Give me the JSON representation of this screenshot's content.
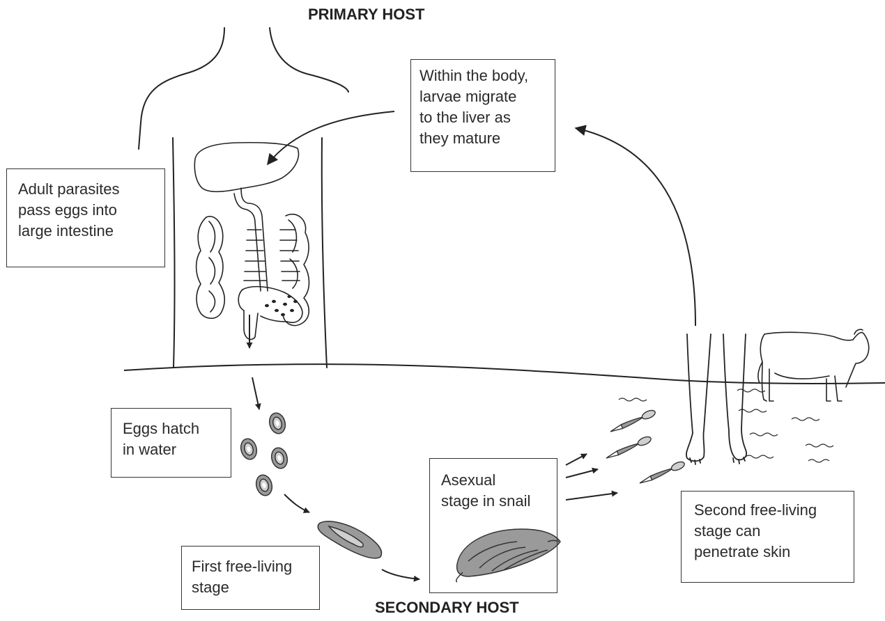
{
  "headings": {
    "primary": "PRIMARY HOST",
    "secondary": "SECONDARY HOST"
  },
  "labels": {
    "adult": [
      "Adult parasites",
      "pass eggs into",
      "large intestine"
    ],
    "within": [
      "Within the body,",
      "larvae migrate",
      "to the liver as",
      "they mature"
    ],
    "eggs": [
      "Eggs hatch",
      "in water"
    ],
    "first": [
      "First free-living",
      "stage"
    ],
    "asexual": [
      "Asexual",
      "stage in snail"
    ],
    "second": [
      "Second free-living",
      "stage can",
      "penetrate skin"
    ]
  },
  "colors": {
    "ink": "#222222",
    "fill_light": "#cfcfcf",
    "fill_mid": "#9a9a9a"
  }
}
